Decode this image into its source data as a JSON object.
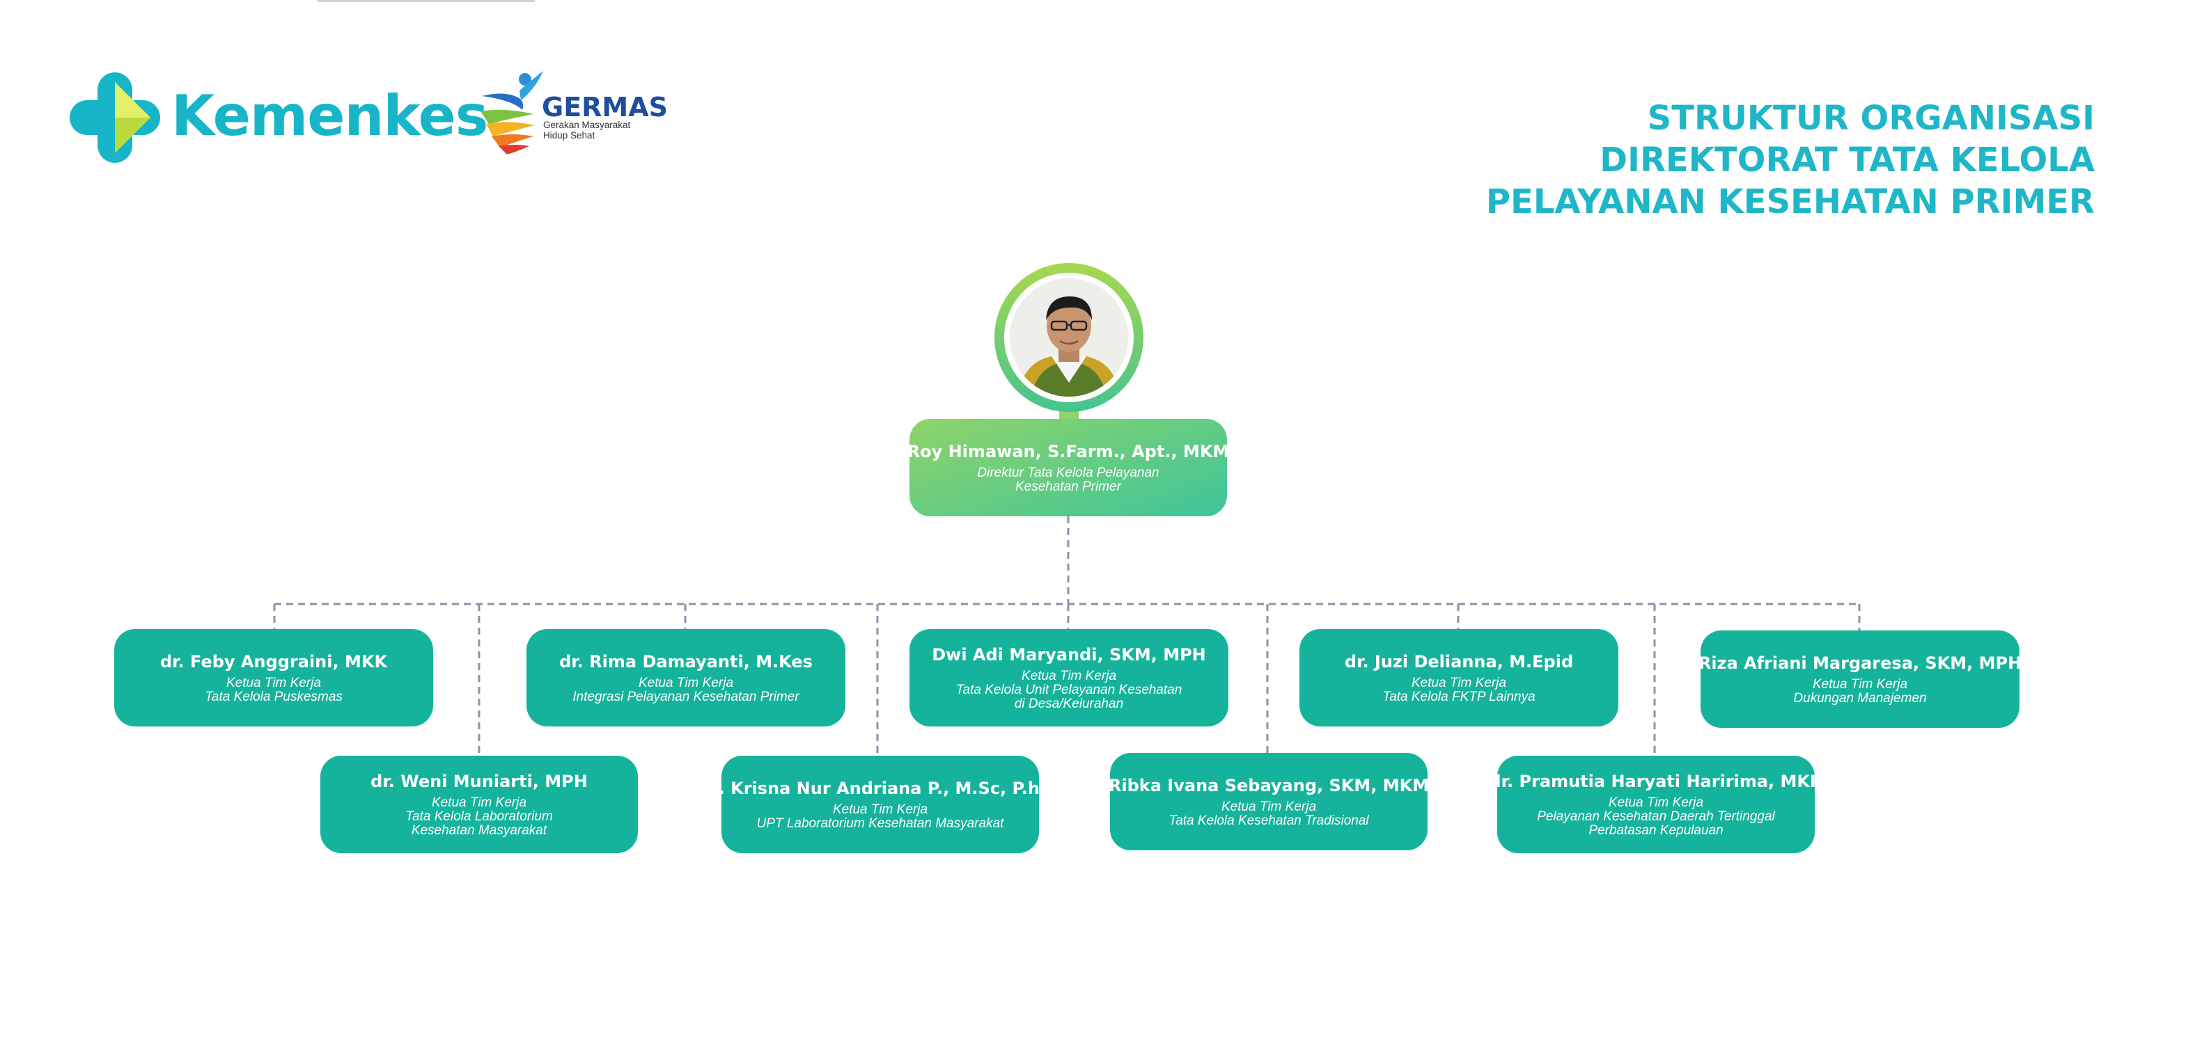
{
  "header": {
    "kemenkes_label": "Kemenkes",
    "germas_label": "GERMAS",
    "germas_subtitle": [
      "Gerakan Masyarakat",
      "Hidup Sehat"
    ],
    "title_lines": [
      "STRUKTUR ORGANISASI",
      "DIREKTORAT TATA KELOLA",
      "PELAYANAN KESEHATAN PRIMER"
    ]
  },
  "colors": {
    "brand_cyan": "#17b5c7",
    "box_teal": "#16b39c",
    "director_gradient_start": "#8fd46a",
    "director_gradient_end": "#3ec49a",
    "connector": "#8a93a6"
  },
  "director": {
    "name": "Roy Himawan, S.Farm., Apt., MKM",
    "role_lines": [
      "Direktur Tata Kelola Pelayanan",
      "Kesehatan Primer"
    ],
    "photo_icon": "portrait-photo"
  },
  "teams": [
    {
      "name": "dr. Feby Anggraini, MKK",
      "role_lines": [
        "Ketua Tim Kerja",
        "Tata Kelola Puskesmas"
      ]
    },
    {
      "name": "dr. Weni Muniarti, MPH",
      "role_lines": [
        "Ketua Tim Kerja",
        "Tata Kelola Laboratorium",
        "Kesehatan Masyarakat"
      ]
    },
    {
      "name": "dr. Rima Damayanti, M.Kes",
      "role_lines": [
        "Ketua Tim Kerja",
        "Integrasi Pelayanan Kesehatan Primer"
      ]
    },
    {
      "name": "dr. Krisna Nur Andriana P., M.Sc, P.h.D",
      "role_lines": [
        "Ketua Tim Kerja",
        "UPT Laboratorium Kesehatan Masyarakat"
      ]
    },
    {
      "name": "Dwi Adi Maryandi, SKM, MPH",
      "role_lines": [
        "Ketua Tim Kerja",
        "Tata Kelola Unit Pelayanan Kesehatan",
        "di Desa/Kelurahan"
      ]
    },
    {
      "name": "Ribka Ivana Sebayang, SKM, MKM",
      "role_lines": [
        "Ketua Tim Kerja",
        "Tata Kelola Kesehatan Tradisional"
      ]
    },
    {
      "name": "dr. Juzi Delianna, M.Epid",
      "role_lines": [
        "Ketua Tim Kerja",
        "Tata Kelola FKTP Lainnya"
      ]
    },
    {
      "name": "dr. Pramutia Haryati Haririma, MKK",
      "role_lines": [
        "Ketua Tim Kerja",
        "Pelayanan Kesehatan Daerah Tertinggal",
        "Perbatasan Kepulauan"
      ]
    },
    {
      "name": "Riza Afriani Margaresa, SKM, MPH",
      "role_lines": [
        "Ketua Tim Kerja",
        "Dukungan Manajemen"
      ]
    }
  ]
}
